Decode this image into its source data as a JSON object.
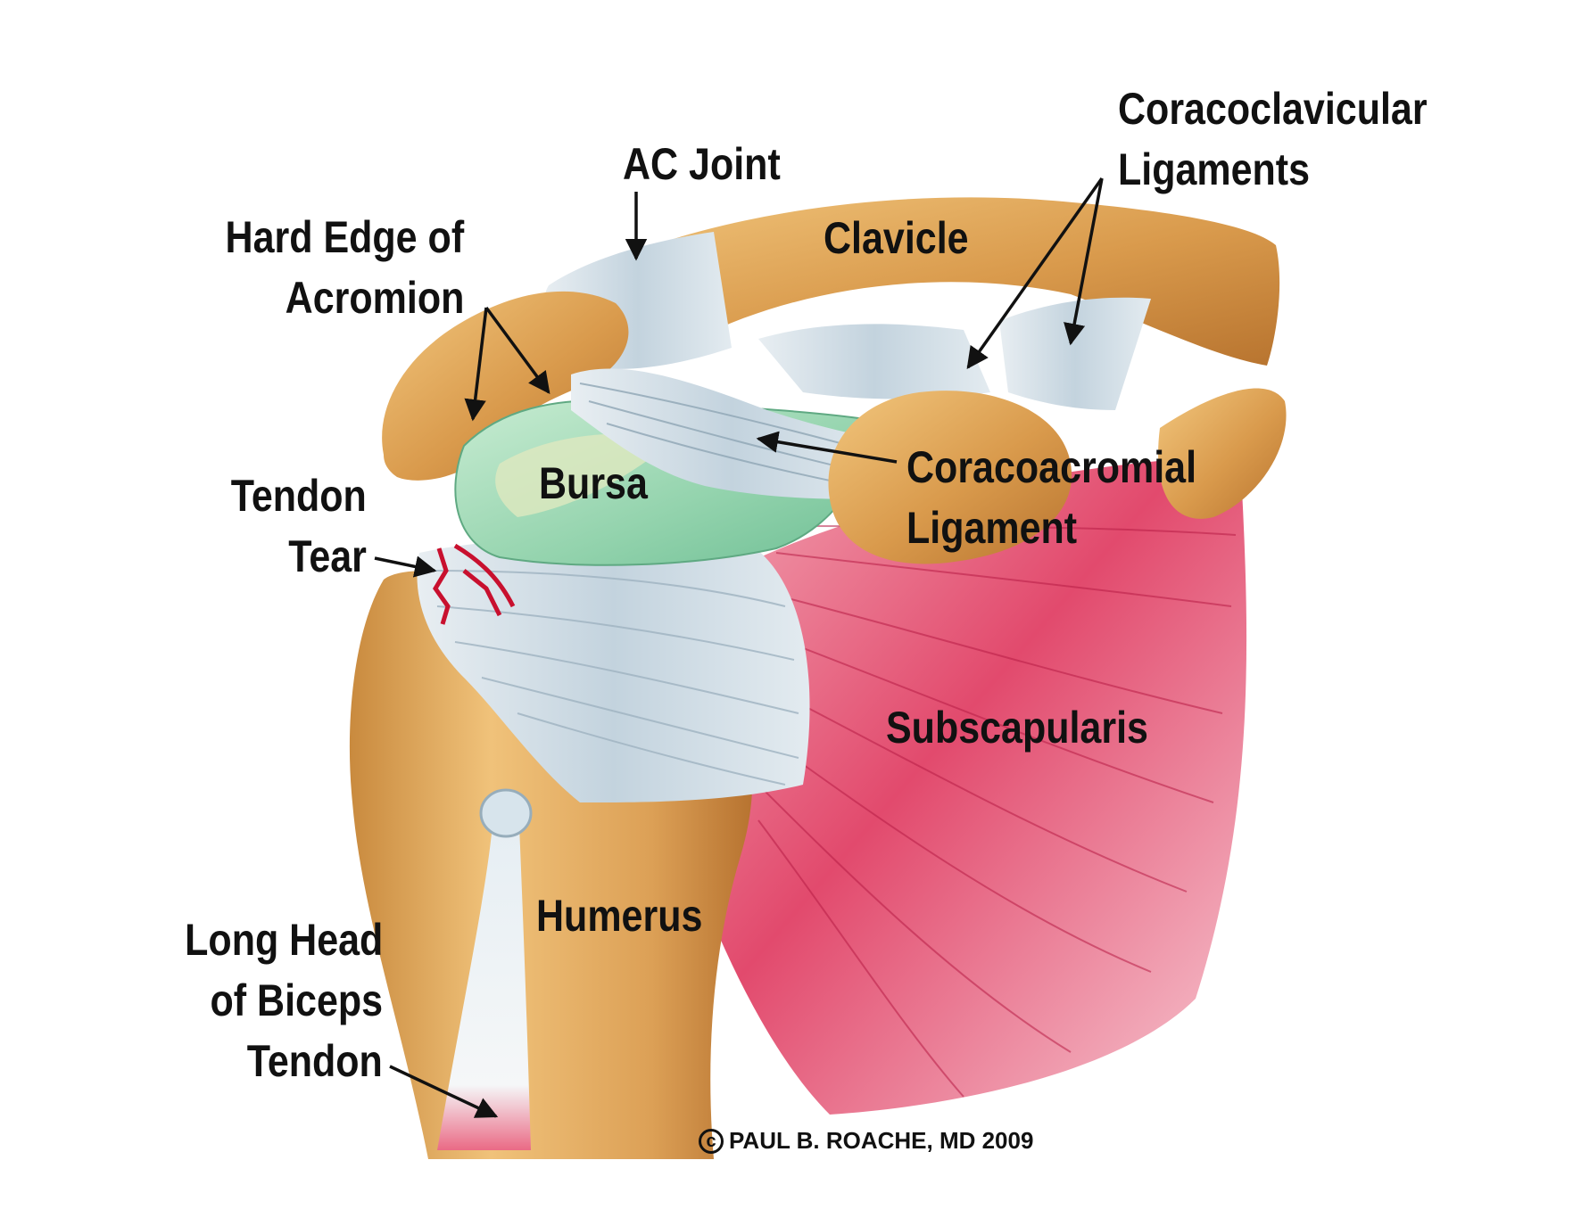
{
  "labels": {
    "ac_joint": "AC Joint",
    "hard_edge_line1": "Hard Edge of",
    "hard_edge_line2": "Acromion",
    "clavicle": "Clavicle",
    "coracoclavicular_line1": "Coracoclavicular",
    "coracoclavicular_line2": "Ligaments",
    "bursa": "Bursa",
    "tendon_tear_line1": "Tendon",
    "tendon_tear_line2": "Tear",
    "coracoacromial_line1": "Coracoacromial",
    "coracoacromial_line2": "Ligament",
    "subscapularis": "Subscapularis",
    "humerus": "Humerus",
    "biceps_line1": "Long Head",
    "biceps_line2": "of Biceps",
    "biceps_line3": "Tendon"
  },
  "copyright": {
    "mark": "c",
    "text": "PAUL B. ROACHE, MD 2009"
  },
  "colors": {
    "bone": "#d9a35a",
    "bone_dark": "#a8692a",
    "ligament": "#cfdde6",
    "bursa": "#9fd9b7",
    "muscle": "#e0486b",
    "tear": "#c8102e"
  }
}
